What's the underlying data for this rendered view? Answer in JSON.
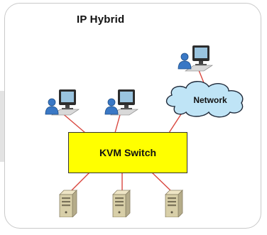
{
  "title": "IP Hybrid",
  "switch_label": "KVM Switch",
  "network_label": "Network",
  "nodes": {
    "workstations": [
      "user-workstation-left",
      "user-workstation-middle",
      "user-workstation-remote"
    ],
    "servers": [
      "server-left",
      "server-middle",
      "server-right"
    ]
  },
  "colors": {
    "link_line": "#d9473f",
    "switch_fill": "#ffff00",
    "cloud_fill": "#bfe4f6",
    "cloud_stroke": "#1f2a3a",
    "user_blue": "#3a78c5"
  }
}
